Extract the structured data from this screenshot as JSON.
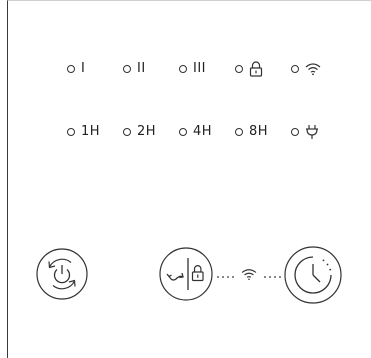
{
  "speed_row": [
    {
      "label": "I"
    },
    {
      "label": "II"
    },
    {
      "label": "III"
    },
    {
      "label": "",
      "icon": "lock-icon"
    },
    {
      "label": "",
      "icon": "wifi-icon"
    }
  ],
  "timer_row": [
    {
      "label": "1H"
    },
    {
      "label": "2H"
    },
    {
      "label": "4H"
    },
    {
      "label": "8H"
    },
    {
      "label": "",
      "icon": "plug-icon"
    }
  ],
  "buttons": {
    "power": {
      "icon": "power-cycle-icon"
    },
    "mode_lock": {
      "icon": "mode-lock-icon"
    },
    "wifi_link": {
      "icon": "wifi-icon"
    },
    "timer": {
      "icon": "clock-icon"
    }
  },
  "colors": {
    "line": "#333333",
    "background": "#ffffff"
  }
}
